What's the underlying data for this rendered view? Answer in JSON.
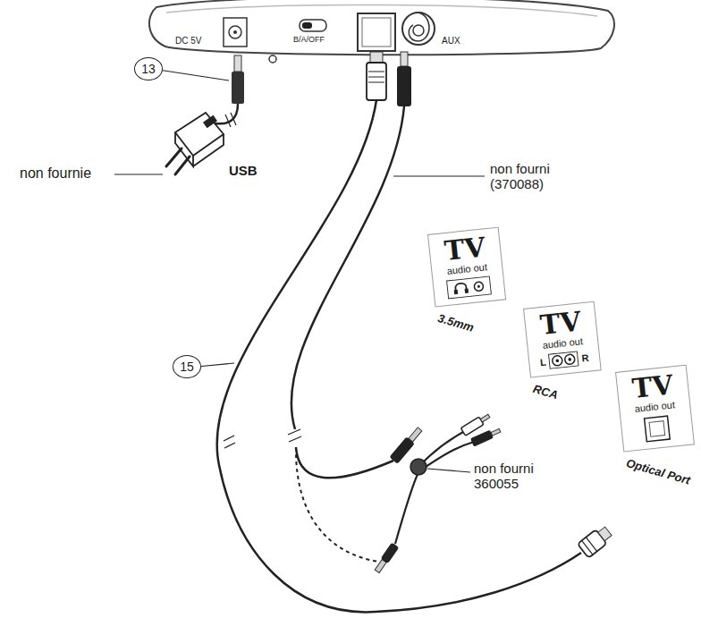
{
  "diagram": {
    "nodes": [
      {
        "text": [
          "TV",
          "audio out",
          "3.5mm"
        ]
      },
      {
        "text": [
          "TV",
          "audio out",
          "L",
          "R",
          "RCA"
        ]
      },
      {
        "text": [
          "TV",
          "audio out",
          "Optical Port"
        ]
      }
    ],
    "labels": [
      "DC 5V",
      "B/A/OFF",
      "AUX",
      "13",
      "non fournie",
      "USB",
      "non fourni (370088)",
      "15",
      "non fourni 360055"
    ]
  }
}
